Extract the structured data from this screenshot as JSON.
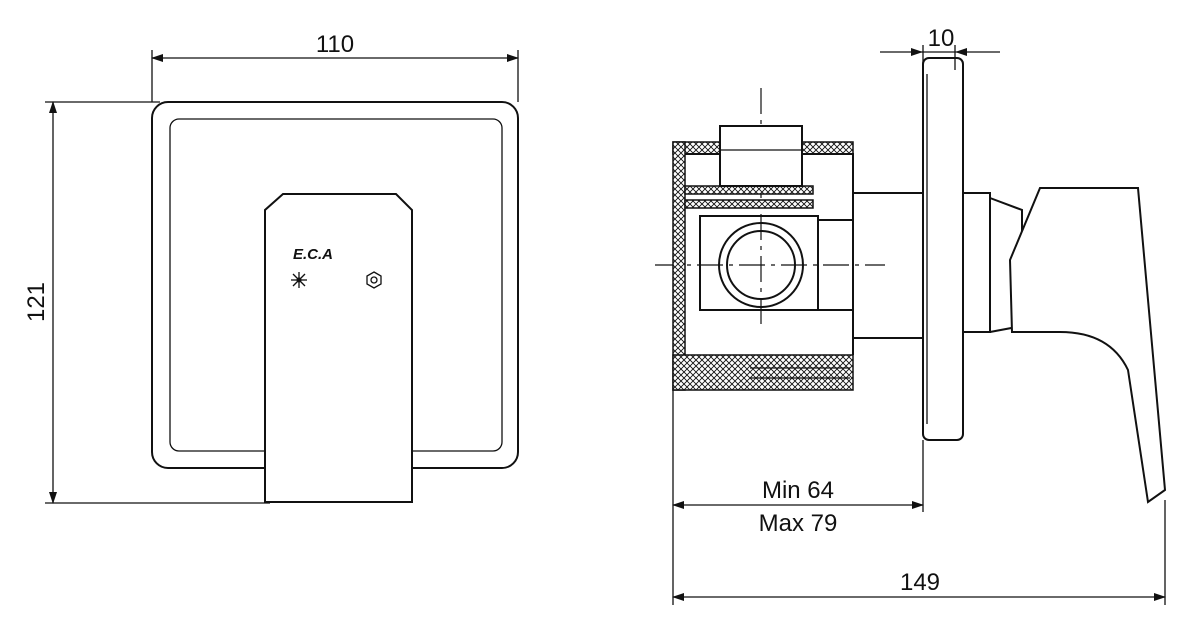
{
  "front_view": {
    "brand_label": "E.C.A",
    "dimensions": {
      "width": "110",
      "height": "121"
    },
    "icons": [
      "cold-water-snowflake-icon",
      "hot-water-hex-icon"
    ]
  },
  "side_view": {
    "dimensions": {
      "plate_thickness": "10",
      "depth_min": "Min 64",
      "depth_max": "Max 79",
      "total_depth": "149"
    }
  }
}
